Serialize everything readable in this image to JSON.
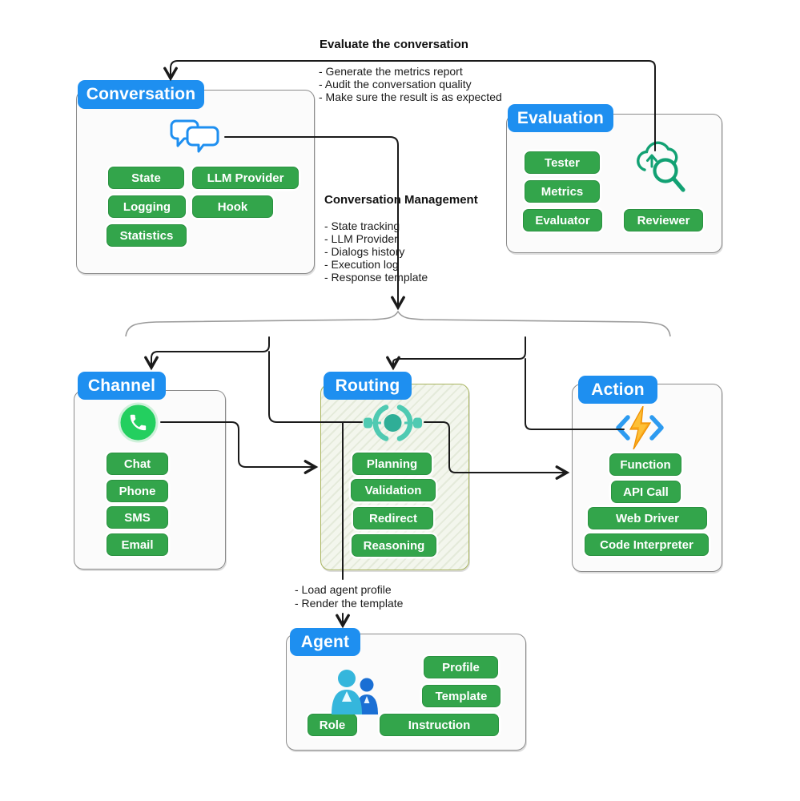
{
  "colors": {
    "title_badge_blue": "#1e8ff0",
    "pill_green": "#33a54b",
    "panel_border_gray": "#8b8b8b",
    "routing_panel_border_olive": "#a9b45f",
    "whatsapp_green": "#23cf5f",
    "evaluation_icon_green": "#12a173",
    "routing_icon_teal": "#4fcab2",
    "action_bolt_orange": "#fbab1d",
    "connector_black": "#1a1a1a",
    "brace_gray": "#9b9b9b"
  },
  "annotations": {
    "evaluate": {
      "title": "Evaluate the conversation",
      "bullets": [
        "- Generate the metrics report",
        "- Audit the conversation quality",
        "- Make sure the result is as expected"
      ]
    },
    "management": {
      "title": "Conversation Management",
      "bullets": [
        "- State tracking",
        "- LLM Provider",
        "- Dialogs history",
        "- Execution log",
        "- Response template"
      ]
    },
    "agent_notes": {
      "bullets": [
        "- Load agent profile",
        "- Render the template"
      ]
    }
  },
  "nodes": {
    "conversation": {
      "title": "Conversation",
      "icon": "chat-bubbles-icon",
      "pills": [
        "State",
        "LLM Provider",
        "Logging",
        "Hook",
        "Statistics"
      ]
    },
    "evaluation": {
      "title": "Evaluation",
      "icon": "cloud-search-icon",
      "pills": [
        "Tester",
        "Metrics",
        "Evaluator",
        "Reviewer"
      ]
    },
    "channel": {
      "title": "Channel",
      "icon": "whatsapp-icon",
      "pills": [
        "Chat",
        "Phone",
        "SMS",
        "Email"
      ]
    },
    "routing": {
      "title": "Routing",
      "icon": "load-balancer-icon",
      "pills": [
        "Planning",
        "Validation",
        "Redirect",
        "Reasoning"
      ]
    },
    "action": {
      "title": "Action",
      "icon": "azure-function-icon",
      "pills": [
        "Function",
        "API Call",
        "Web Driver",
        "Code Interpreter"
      ]
    },
    "agent": {
      "title": "Agent",
      "icon": "people-icon",
      "pills": [
        "Profile",
        "Template",
        "Role",
        "Instruction"
      ]
    }
  }
}
